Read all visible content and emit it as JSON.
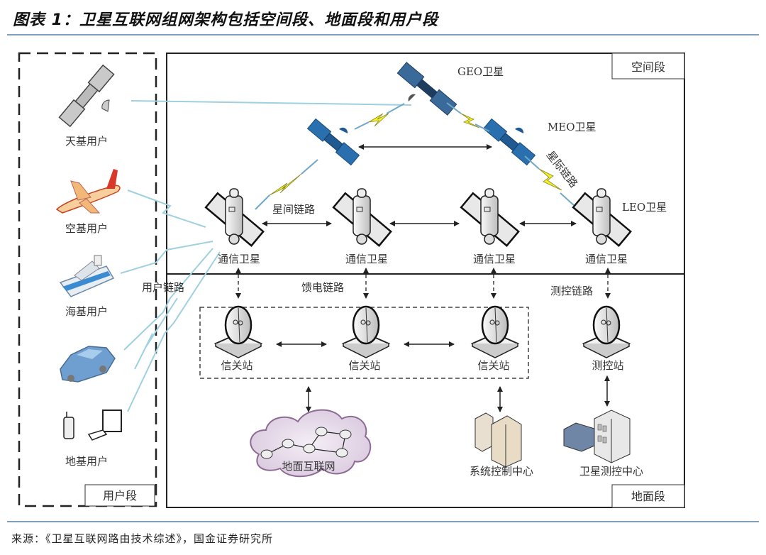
{
  "title": "图表 1：卫星互联网组网架构包括空间段、地面段和用户段",
  "source": "来源：《卫星互联网路由技术综述》，国金证券研究所",
  "segments": {
    "space": "空间段",
    "ground": "地面段",
    "user": "用户段"
  },
  "space_segment": {
    "geo_label": "GEO卫星",
    "meo_label": "MEO卫星",
    "leo_label": "LEO卫星",
    "inter_orbit_link": "星际链路",
    "inter_satellite_link": "星间链路",
    "comm_satellites": [
      "通信卫星",
      "通信卫星",
      "通信卫星",
      "通信卫星"
    ]
  },
  "ground_segment": {
    "feeder_link": "馈电链路",
    "tt_c_link": "测控链路",
    "gateways": [
      "信关站",
      "信关站",
      "信关站"
    ],
    "tt_c_station": "测控站",
    "terrestrial_internet": "地面互联网",
    "system_control_center": "系统控制中心",
    "satellite_tt_c_center": "卫星测控中心"
  },
  "user_segment": {
    "user_link": "用户链路",
    "users": [
      "天基用户",
      "空基用户",
      "海基用户",
      "地基用户"
    ]
  },
  "colors": {
    "rule": "#7f9fbc",
    "link_blue": "#9fd0df",
    "sat_blue": "#2a6fae",
    "lightning": "#f2ee2a"
  }
}
